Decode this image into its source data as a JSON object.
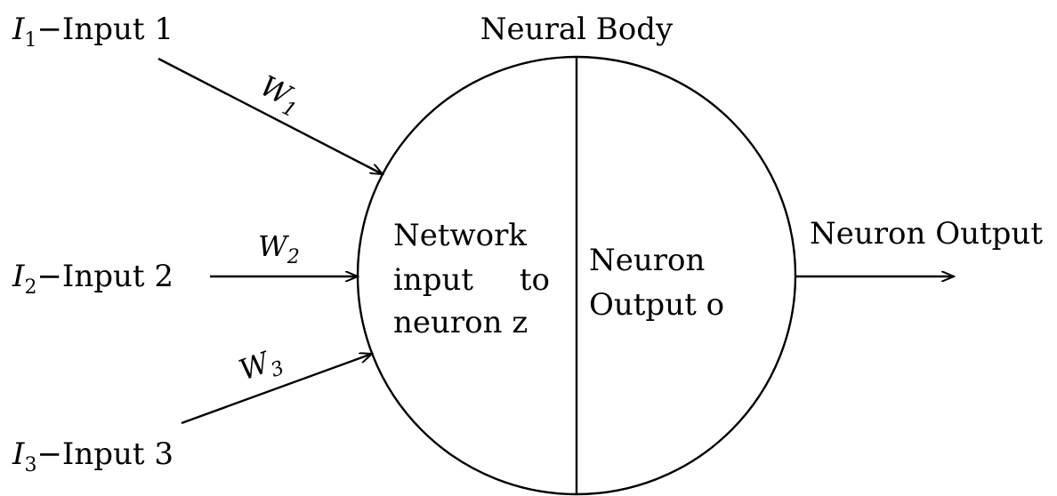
{
  "diagram": {
    "title": "Neural Body",
    "inputs": [
      {
        "symbol": "I",
        "sub": "1",
        "label": "−Input 1",
        "weight_symbol": "W",
        "weight_sub": "1"
      },
      {
        "symbol": "I",
        "sub": "2",
        "label": "−Input 2",
        "weight_symbol": "W",
        "weight_sub": "2"
      },
      {
        "symbol": "I",
        "sub": "3",
        "label": "−Input 3",
        "weight_symbol": "W",
        "weight_sub": "3"
      }
    ],
    "left_half": [
      "Network",
      "input",
      "to",
      "neuron z"
    ],
    "right_half": [
      "Neuron",
      "Output o"
    ],
    "output_label": "Neuron Output"
  }
}
